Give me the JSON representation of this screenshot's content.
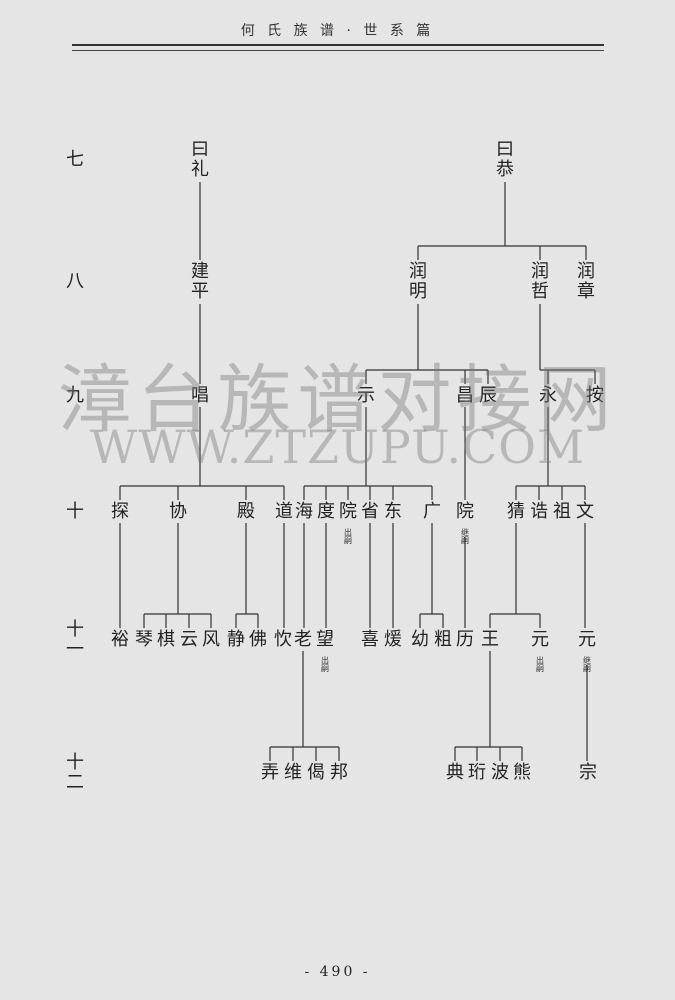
{
  "header": {
    "title": "何 氏 族 谱 · 世 系 篇"
  },
  "footer": {
    "page": "- 490 -"
  },
  "watermark": {
    "cn": "漳台族谱对接网",
    "en": "WWW.ZTZUPU.COM"
  },
  "generations": [
    {
      "label": "七"
    },
    {
      "label": "八"
    },
    {
      "label": "九"
    },
    {
      "label": "十"
    },
    {
      "label": "十一"
    },
    {
      "label": "十二"
    }
  ],
  "people": [
    {
      "id": "p1",
      "name": "曰礼",
      "gen": 7,
      "parent": ""
    },
    {
      "id": "p2",
      "name": "曰恭",
      "gen": 7,
      "parent": ""
    },
    {
      "id": "p3",
      "name": "建平",
      "gen": 8,
      "parent": "p1"
    },
    {
      "id": "p4",
      "name": "润明",
      "gen": 8,
      "parent": "p2"
    },
    {
      "id": "p5",
      "name": "润哲",
      "gen": 8,
      "parent": "p2"
    },
    {
      "id": "p6",
      "name": "润章",
      "gen": 8,
      "parent": "p2"
    },
    {
      "id": "p7",
      "name": "唱",
      "gen": 9,
      "parent": "p3"
    },
    {
      "id": "p8",
      "name": "示",
      "gen": 9,
      "parent": "p4"
    },
    {
      "id": "p9",
      "name": "昌",
      "gen": 9,
      "parent": "p4"
    },
    {
      "id": "p10",
      "name": "辰",
      "gen": 9,
      "parent": "p4"
    },
    {
      "id": "p11",
      "name": "永",
      "gen": 9,
      "parent": "p5"
    },
    {
      "id": "p12",
      "name": "按",
      "gen": 9,
      "parent": "p5"
    },
    {
      "id": "p13",
      "name": "探",
      "gen": 10,
      "parent": "p7"
    },
    {
      "id": "p14",
      "name": "协",
      "gen": 10,
      "parent": "p7"
    },
    {
      "id": "p15",
      "name": "殿",
      "gen": 10,
      "parent": "p7"
    },
    {
      "id": "p16",
      "name": "道",
      "gen": 10,
      "parent": "p7"
    },
    {
      "id": "p17",
      "name": "海",
      "gen": 10,
      "parent": "p8"
    },
    {
      "id": "p18",
      "name": "度",
      "gen": 10,
      "parent": "p8"
    },
    {
      "id": "p19",
      "name": "院",
      "gen": 10,
      "parent": "p8",
      "note": "出嗣"
    },
    {
      "id": "p20",
      "name": "省",
      "gen": 10,
      "parent": "p8"
    },
    {
      "id": "p21",
      "name": "东",
      "gen": 10,
      "parent": "p8"
    },
    {
      "id": "p22",
      "name": "广",
      "gen": 10,
      "parent": "p8"
    },
    {
      "id": "p23",
      "name": "院",
      "gen": 10,
      "parent": "p9",
      "note": "继嗣"
    },
    {
      "id": "p24",
      "name": "猜",
      "gen": 10,
      "parent": "p11"
    },
    {
      "id": "p25",
      "name": "诰",
      "gen": 10,
      "parent": "p11"
    },
    {
      "id": "p26",
      "name": "祖",
      "gen": 10,
      "parent": "p11"
    },
    {
      "id": "p27",
      "name": "文",
      "gen": 10,
      "parent": "p11"
    },
    {
      "id": "p28",
      "name": "裕",
      "gen": 11,
      "parent": "p13"
    },
    {
      "id": "p29",
      "name": "琴",
      "gen": 11,
      "parent": "p14"
    },
    {
      "id": "p30",
      "name": "棋",
      "gen": 11,
      "parent": "p14"
    },
    {
      "id": "p31",
      "name": "云",
      "gen": 11,
      "parent": "p14"
    },
    {
      "id": "p32",
      "name": "风",
      "gen": 11,
      "parent": "p14"
    },
    {
      "id": "p33",
      "name": "静",
      "gen": 11,
      "parent": "p15"
    },
    {
      "id": "p34",
      "name": "佛",
      "gen": 11,
      "parent": "p15"
    },
    {
      "id": "p35",
      "name": "忺",
      "gen": 11,
      "parent": "p16"
    },
    {
      "id": "p36",
      "name": "老",
      "gen": 11,
      "parent": "p17"
    },
    {
      "id": "p37",
      "name": "望",
      "gen": 11,
      "parent": "p18",
      "note": "出嗣"
    },
    {
      "id": "p38",
      "name": "喜",
      "gen": 11,
      "parent": "p20"
    },
    {
      "id": "p39",
      "name": "煖",
      "gen": 11,
      "parent": "p21"
    },
    {
      "id": "p40",
      "name": "幼",
      "gen": 11,
      "parent": "p22"
    },
    {
      "id": "p41",
      "name": "粗",
      "gen": 11,
      "parent": "p22"
    },
    {
      "id": "p42",
      "name": "历",
      "gen": 11,
      "parent": "p23"
    },
    {
      "id": "p43",
      "name": "王",
      "gen": 11,
      "parent": "p24"
    },
    {
      "id": "p44",
      "name": "元",
      "gen": 11,
      "parent": "p24",
      "note": "出嗣"
    },
    {
      "id": "p45",
      "name": "元",
      "gen": 11,
      "parent": "p27",
      "note": "继嗣"
    },
    {
      "id": "p46",
      "name": "弄",
      "gen": 12,
      "parent": "p36"
    },
    {
      "id": "p47",
      "name": "维",
      "gen": 12,
      "parent": "p36"
    },
    {
      "id": "p48",
      "name": "偈",
      "gen": 12,
      "parent": "p36"
    },
    {
      "id": "p49",
      "name": "邦",
      "gen": 12,
      "parent": "p36"
    },
    {
      "id": "p50",
      "name": "典",
      "gen": 12,
      "parent": "p43"
    },
    {
      "id": "p51",
      "name": "珩",
      "gen": 12,
      "parent": "p43"
    },
    {
      "id": "p52",
      "name": "波",
      "gen": 12,
      "parent": "p43"
    },
    {
      "id": "p53",
      "name": "熊",
      "gen": 12,
      "parent": "p43"
    },
    {
      "id": "p54",
      "name": "宗",
      "gen": 12,
      "parent": "p45"
    }
  ]
}
